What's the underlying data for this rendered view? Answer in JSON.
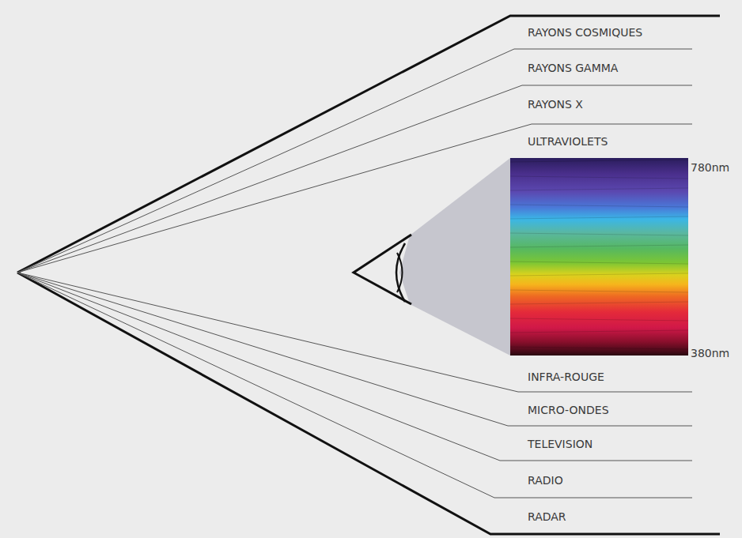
{
  "diagram": {
    "labels": [
      "RAYONS COSMIQUES",
      "RAYONS GAMMA",
      "RAYONS X",
      "ULTRAVIOLETS",
      "780nm",
      "380nm",
      "INFRA-ROUGE",
      "MICRO-ONDES",
      "TELEVISION",
      "RADIO",
      "RADAR"
    ]
  }
}
